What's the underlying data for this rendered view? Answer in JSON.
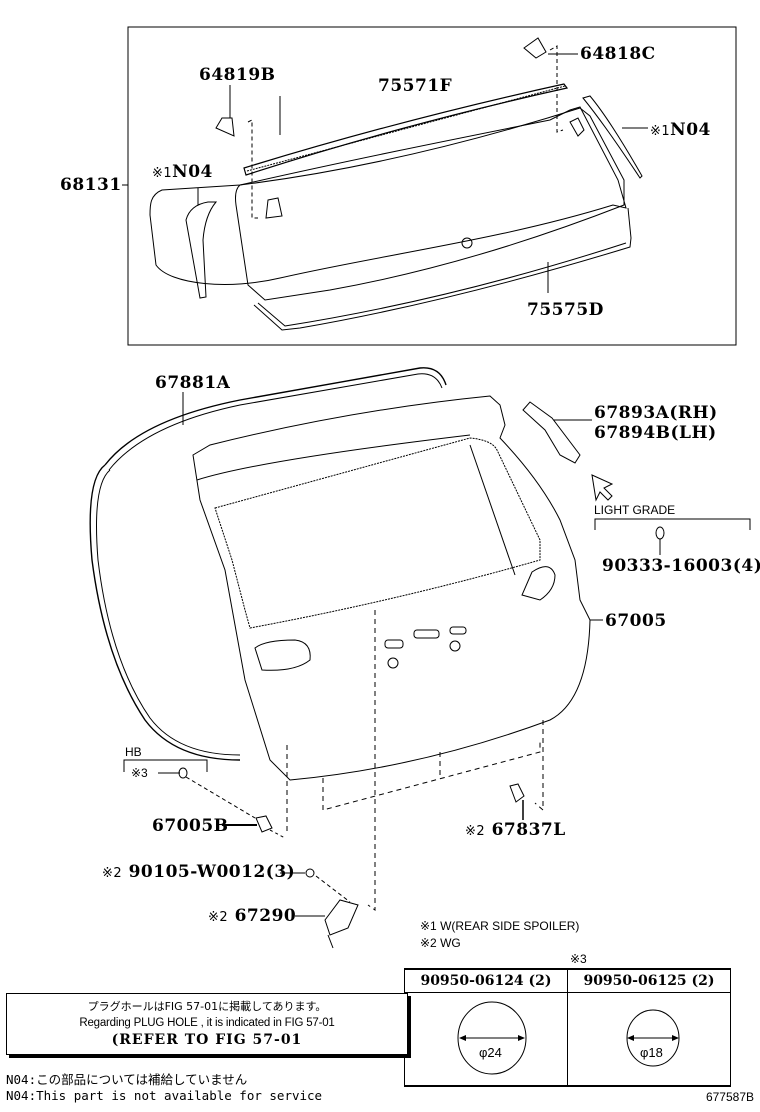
{
  "diagram": {
    "figure_id": "677587B",
    "upper_box": {
      "group_label": "68131",
      "parts": [
        {
          "id": "64819B"
        },
        {
          "id": "75571F"
        },
        {
          "id": "64818C"
        },
        {
          "id": "N04",
          "mark": "※1"
        },
        {
          "id": "N04",
          "mark": "※1"
        },
        {
          "id": "75575D"
        }
      ]
    },
    "lower": {
      "parts": [
        {
          "id": "67881A"
        },
        {
          "id": "67893A",
          "suffix": "(RH)"
        },
        {
          "id": "67894B",
          "suffix": "(LH)"
        },
        {
          "id": "67005"
        },
        {
          "id": "67005B"
        },
        {
          "id": "67837L",
          "mark": "※2"
        },
        {
          "id": "90105-W0012",
          "qty": "(3)",
          "mark": "※2"
        },
        {
          "id": "67290",
          "mark": "※2"
        }
      ],
      "light_grade": {
        "label": "LIGHT GRADE",
        "part": "90333-16003",
        "qty": "(4)"
      },
      "hb": {
        "label": "HB",
        "mark": "※3"
      }
    },
    "legend": [
      {
        "mark": "※1",
        "text": "W(REAR SIDE SPOILER)"
      },
      {
        "mark": "※2",
        "text": "WG"
      }
    ],
    "plug_table": {
      "mark": "※3",
      "columns": [
        {
          "part": "90950-06124 (2)",
          "diameter": "φ24"
        },
        {
          "part": "90950-06125 (2)",
          "diameter": "φ18"
        }
      ]
    },
    "note_box": {
      "line_jp": "プラグホールはFIG 57-01に掲載してあります。",
      "line_en": "Regarding  PLUG  HOLE , it is indicated in  FIG  57-01",
      "line_ref": "(REFER TO FIG 57-01"
    },
    "n04_notes": {
      "jp": "N04:この部品については補給していません",
      "en": "N04:This part is not available for service"
    }
  }
}
